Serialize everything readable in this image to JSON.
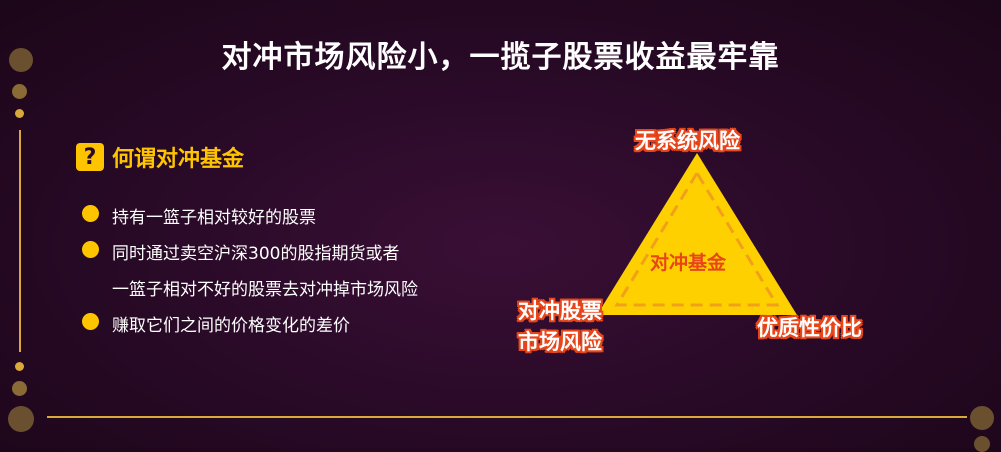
{
  "title": "对冲市场风险小，一揽子股票收益最牢靠",
  "section": {
    "icon": "question-icon",
    "icon_char": "?",
    "heading": "何谓对冲基金"
  },
  "bullets": [
    "持有一篮子相对较好的股票",
    "同时通过卖空沪深300的股指期货或者",
    "一篮子相对不好的股票去对冲掉市场风险",
    "赚取它们之间的价格变化的差价"
  ],
  "triangle": {
    "top_label": "无系统风险",
    "left_label_line1": "对冲股票",
    "left_label_line2": "市场风险",
    "right_label": "优质性价比",
    "center_label": "对冲基金"
  },
  "colors": {
    "accent": "#ffc400",
    "label_outline": "#e8451a",
    "line": "#d9a93a",
    "background": "#2a0a28"
  }
}
